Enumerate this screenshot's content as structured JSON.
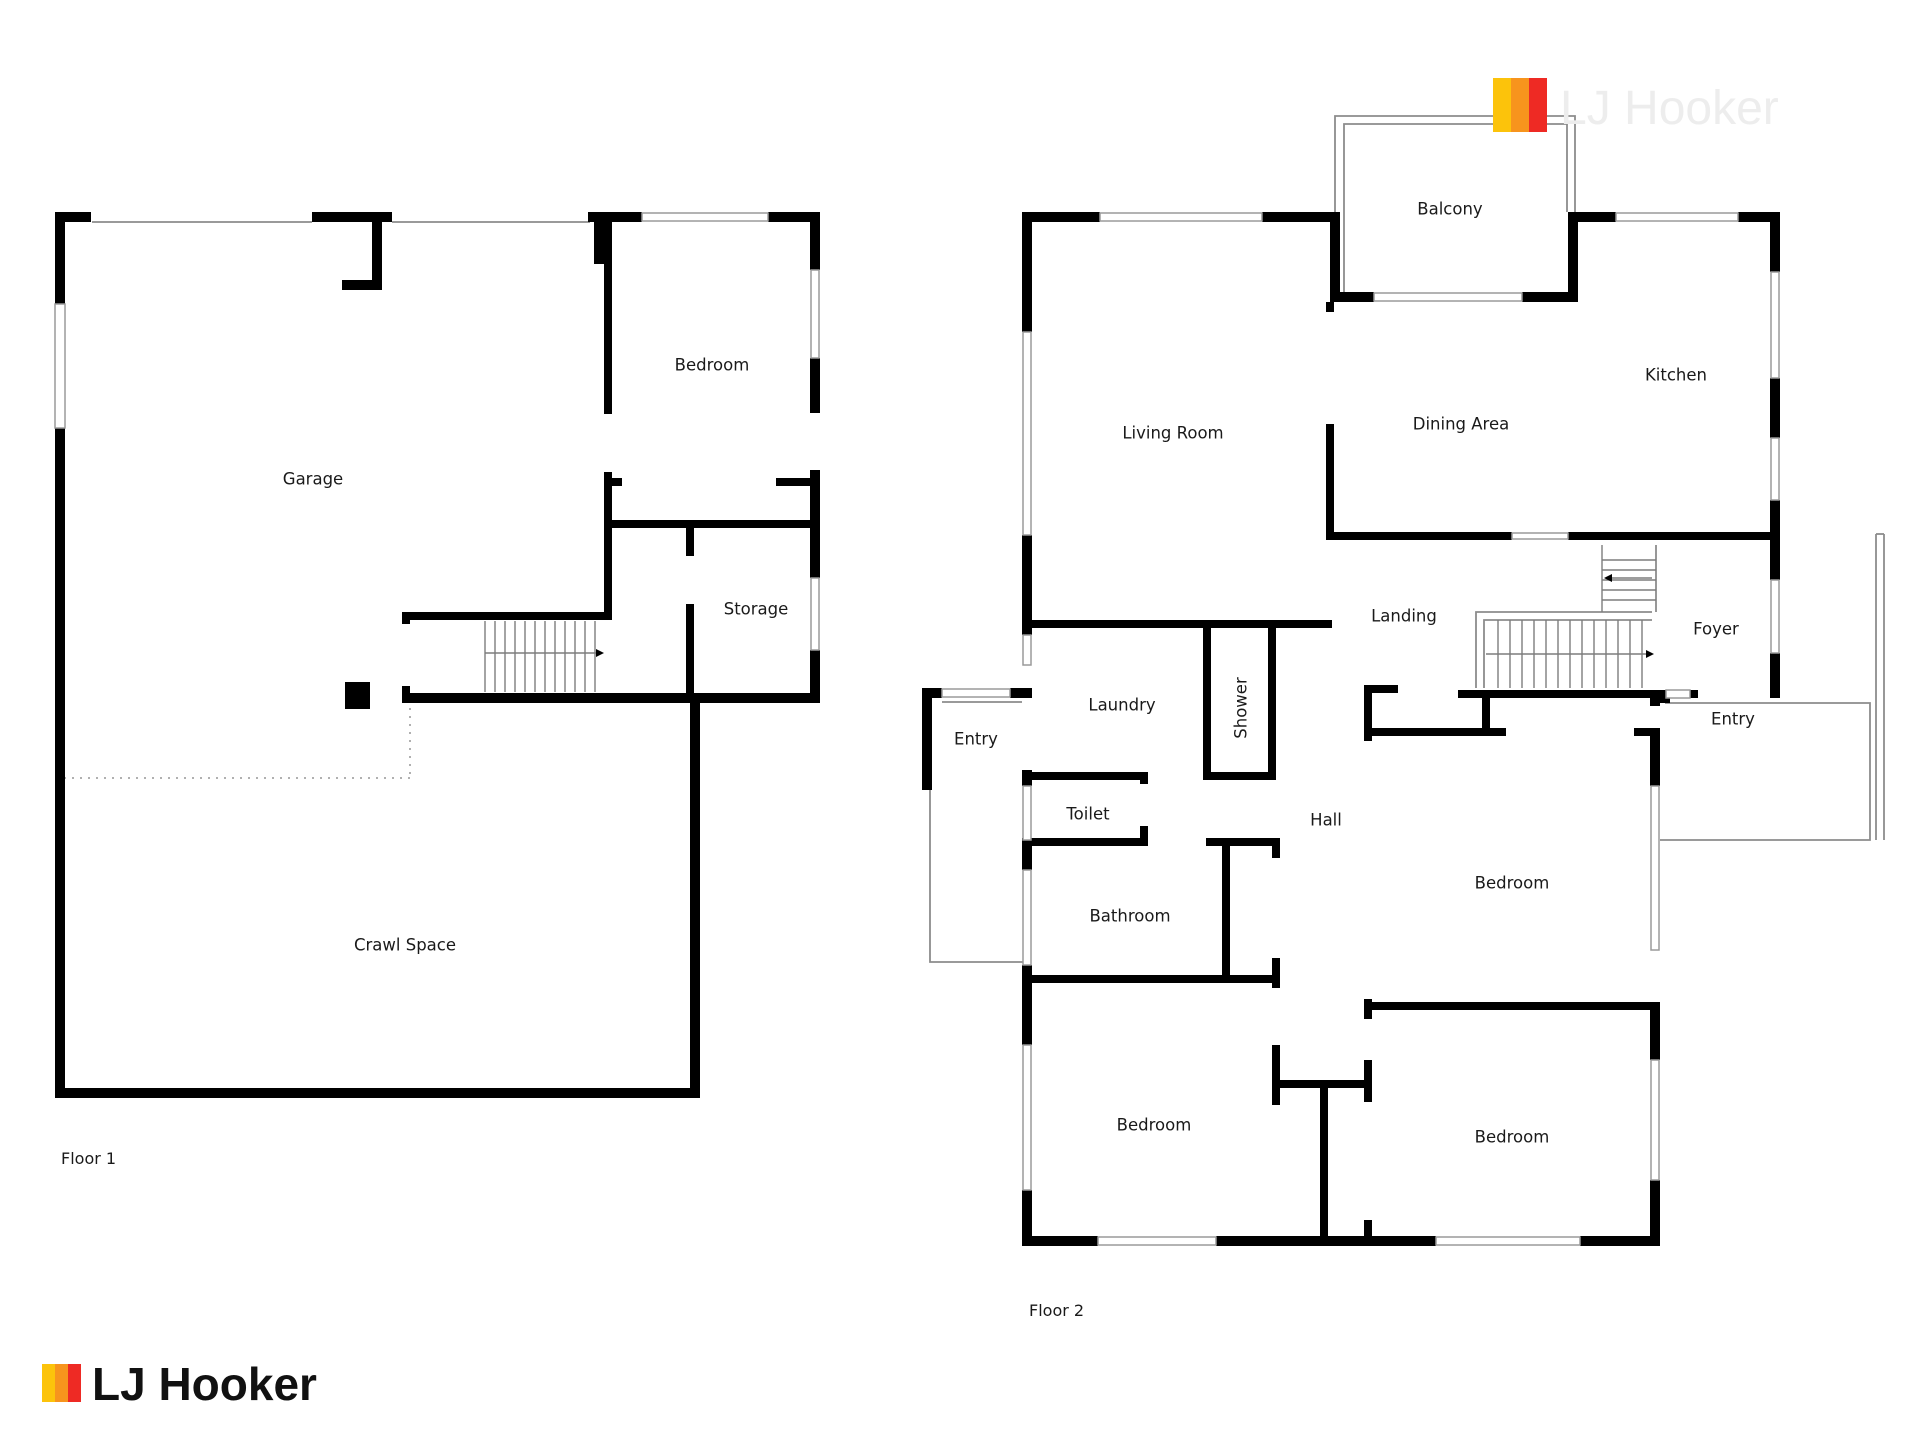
{
  "brand": {
    "name": "LJ Hooker",
    "colors": [
      "#fcc30b",
      "#f7941d",
      "#ee2a24"
    ]
  },
  "floors": [
    {
      "label": "Floor 1",
      "rooms": [
        "Garage",
        "Bedroom",
        "Storage",
        "Crawl Space"
      ]
    },
    {
      "label": "Floor 2",
      "rooms": [
        "Balcony",
        "Living Room",
        "Dining Area",
        "Kitchen",
        "Landing",
        "Foyer",
        "Laundry",
        "Shower",
        "Entry",
        "Entry",
        "Toilet",
        "Hall",
        "Bathroom",
        "Bedroom",
        "Bedroom",
        "Bedroom"
      ]
    }
  ],
  "colors": {
    "wall": "#000000",
    "window": "#9a9a9a"
  }
}
